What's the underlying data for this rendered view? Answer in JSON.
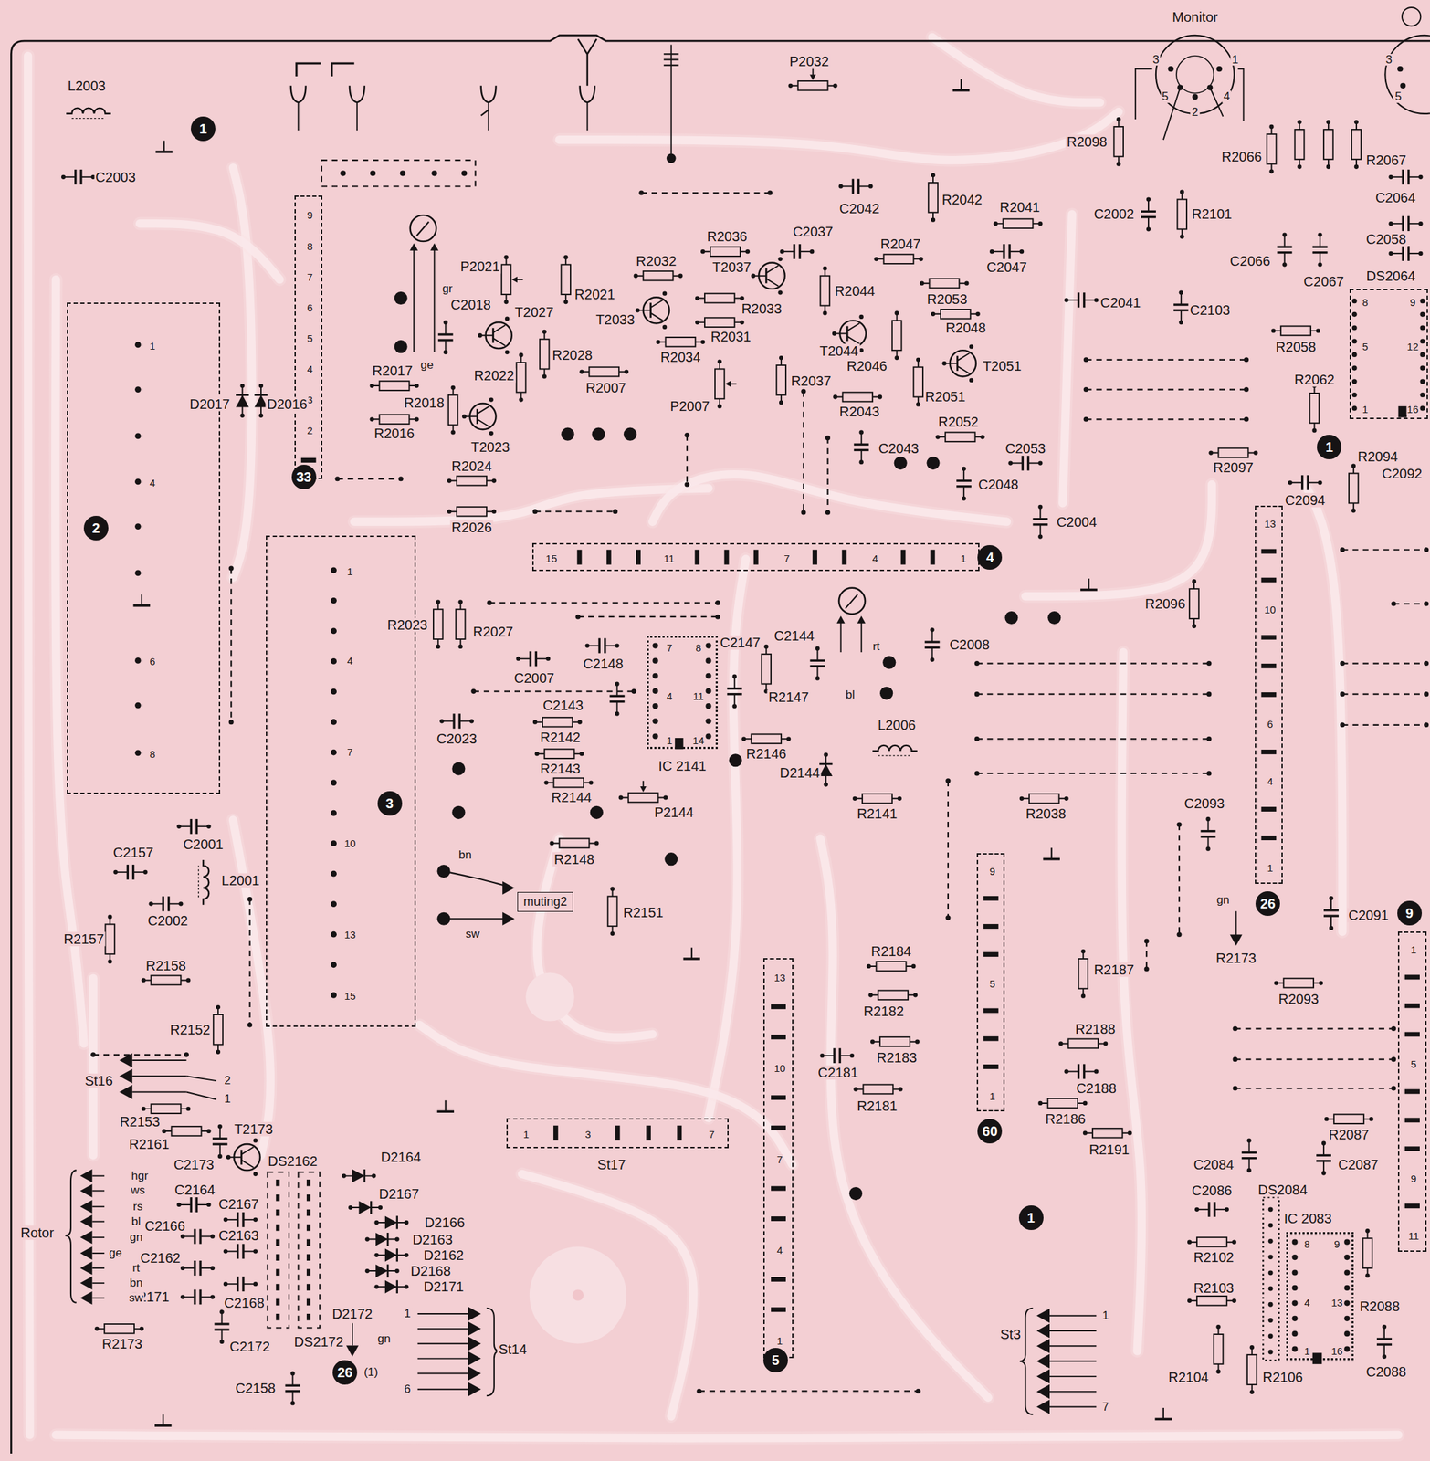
{
  "diagram": {
    "nodes": [
      {
        "text": [
          "1",
          "4",
          "6",
          "8"
        ]
      },
      {
        "text": [
          "1",
          "4",
          "7",
          "10",
          "13",
          "15"
        ]
      },
      {
        "text": [
          "9",
          "8",
          "7",
          "6",
          "5",
          "4",
          "3",
          "2"
        ]
      },
      {
        "text": [
          "15",
          "11",
          "7",
          "4",
          "1"
        ]
      },
      {
        "text": [
          "7",
          "8",
          "4",
          "11",
          "1",
          "14"
        ]
      },
      {
        "text": [
          "muting2"
        ]
      },
      {
        "text": [
          "13",
          "10",
          "7",
          "4",
          "1"
        ]
      },
      {
        "text": [
          "9",
          "5",
          "1"
        ]
      },
      {
        "text": [
          "1",
          "3",
          "7"
        ]
      },
      {
        "text": [
          "13",
          "10",
          "6",
          "4",
          "1"
        ]
      },
      {
        "text": [
          "8",
          "5",
          "1",
          "9",
          "12",
          "16"
        ]
      },
      {
        "text": [
          "1",
          "5",
          "9",
          "11"
        ]
      },
      {
        "text": [
          "8",
          "9",
          "4",
          "13",
          "1",
          "16"
        ]
      }
    ],
    "labels": [
      "Monitor",
      "3",
      "1",
      "5",
      "4",
      "2",
      "3",
      "5",
      "L2003",
      "1",
      "C2003",
      "P2032",
      "R2098",
      "R2066",
      "R2067",
      "C2064",
      "C2002",
      "R2101",
      "C2058",
      "DS2064",
      "C2066",
      "C2067",
      "C2041",
      "C2103",
      "R2058",
      "R2062",
      "1",
      "R2097",
      "R2094",
      "C2092",
      "C2094",
      "R2096",
      "C2093",
      "gn",
      "C2091",
      "R2173",
      "R2093",
      "R2087",
      "C2084",
      "C2087",
      "DS2084",
      "C2086",
      "R2102",
      "R2103",
      "IC 2083",
      "R2088",
      "C2088",
      "R2104",
      "R2106",
      "St3",
      "1",
      "7",
      "C2042",
      "R2042",
      "R2041",
      "R2036",
      "C2037",
      "R2047",
      "C2047",
      "R2032",
      "T2037",
      "R2033",
      "R2044",
      "R2053",
      "R2048",
      "P2021",
      "gr",
      "C2018",
      "T2027",
      "R2021",
      "T2033",
      "R2031",
      "R2034",
      "ge",
      "T2044",
      "R2046",
      "T2051",
      "R2037",
      "R2043",
      "R2051",
      "R2052",
      "R2022",
      "R2028",
      "R2007",
      "P2007",
      "R2017",
      "R2018",
      "R2016",
      "D2017",
      "D2016",
      "T2023",
      "C2043",
      "C2053",
      "C2048",
      "C2004",
      "R2024",
      "R2026",
      "33",
      "2",
      "4",
      "R2023",
      "R2027",
      "C2147",
      "C2144",
      "C2008",
      "rt",
      "C2148",
      "C2007",
      "R2147",
      "bl",
      "C2143",
      "L2006",
      "C2023",
      "R2142",
      "R2146",
      "R2143",
      "IC 2141",
      "R2144",
      "D2144",
      "P2144",
      "R2141",
      "R2038",
      "3",
      "R2148",
      "bn",
      "sw",
      "R2151",
      "C2001",
      "C2157",
      "L2001",
      "C2002",
      "R2157",
      "R2158",
      "R2152",
      "St16",
      "2",
      "1",
      "R2153",
      "R2161",
      "T2173",
      "C2173",
      "DS2162",
      "D2164",
      "C2164",
      "D2167",
      "C2167",
      "D2166",
      "C2166",
      "C2163",
      "Rotor",
      "D2163",
      "D2162",
      "C2162",
      "D2168",
      "D2171",
      "C2168",
      "C2171",
      "D2172",
      "gn",
      "DS2172",
      "R2173",
      "C2172",
      "C2158",
      "26",
      "(1)",
      "1",
      "6",
      "St14",
      "hgr",
      "ws",
      "rs",
      "bl",
      "gn",
      "ge",
      "rt",
      "bn",
      "sw",
      "R2184",
      "R2182",
      "R2183",
      "C2181",
      "R2181",
      "R2187",
      "R2188",
      "C2188",
      "R2186",
      "R2191",
      "60",
      "5",
      "1",
      "26",
      "9",
      "St17"
    ]
  }
}
